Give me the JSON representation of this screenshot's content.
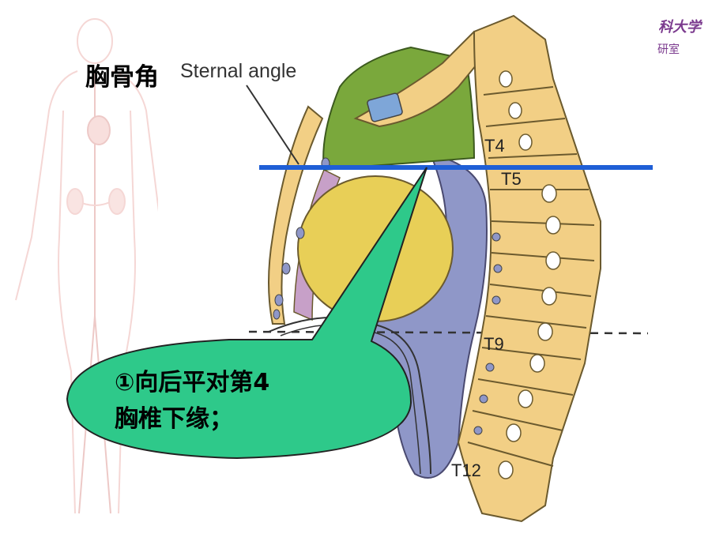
{
  "slide": {
    "label_cn": "胸骨角",
    "label_en": "Sternal angle",
    "watermark_line1": "科大学",
    "watermark_line2": "研室",
    "vertebra_labels": [
      "T4",
      "T5",
      "T9",
      "T12"
    ],
    "callout_lines": [
      "①向后平对第4",
      "胸椎下缘；"
    ]
  },
  "colors": {
    "reference_line": "#1f5fd6",
    "callout_fill": "#2ec98a",
    "bone": "#f2cf85",
    "heart": "#e8cf57",
    "upper_mediastinum": "#7aa83c",
    "posterior_mediastinum": "#8f97c8",
    "background_figure": "#f2c7c3"
  }
}
